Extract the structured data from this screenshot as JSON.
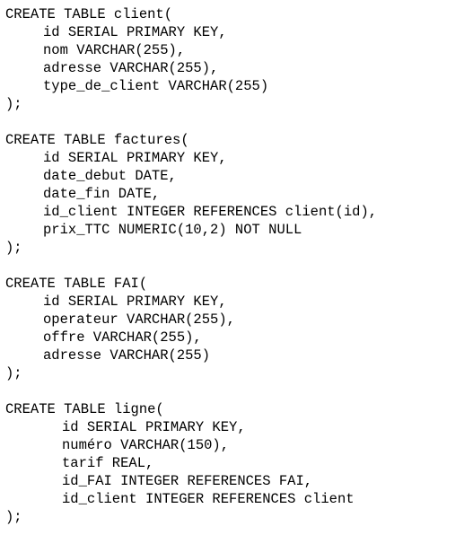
{
  "tables": [
    {
      "header": "CREATE TABLE client(",
      "columns": [
        "id SERIAL PRIMARY KEY,",
        "nom VARCHAR(255),",
        "adresse VARCHAR(255),",
        "type_de_client VARCHAR(255)"
      ],
      "footer": ");"
    },
    {
      "header": "CREATE TABLE factures(",
      "columns": [
        "id SERIAL PRIMARY KEY,",
        "date_debut DATE,",
        "date_fin DATE,",
        "id_client INTEGER REFERENCES client(id),",
        "prix_TTC NUMERIC(10,2) NOT NULL"
      ],
      "footer": ");"
    },
    {
      "header": "CREATE TABLE FAI(",
      "columns": [
        "id SERIAL PRIMARY KEY,",
        "operateur VARCHAR(255),",
        "offre VARCHAR(255),",
        "adresse VARCHAR(255)"
      ],
      "footer": ");"
    },
    {
      "header": "CREATE TABLE ligne(",
      "columns": [
        "id SERIAL PRIMARY KEY,",
        "numéro VARCHAR(150),",
        "tarif REAL,",
        "id_FAI INTEGER REFERENCES FAI,",
        "id_client INTEGER REFERENCES client"
      ],
      "footer": ");"
    }
  ]
}
